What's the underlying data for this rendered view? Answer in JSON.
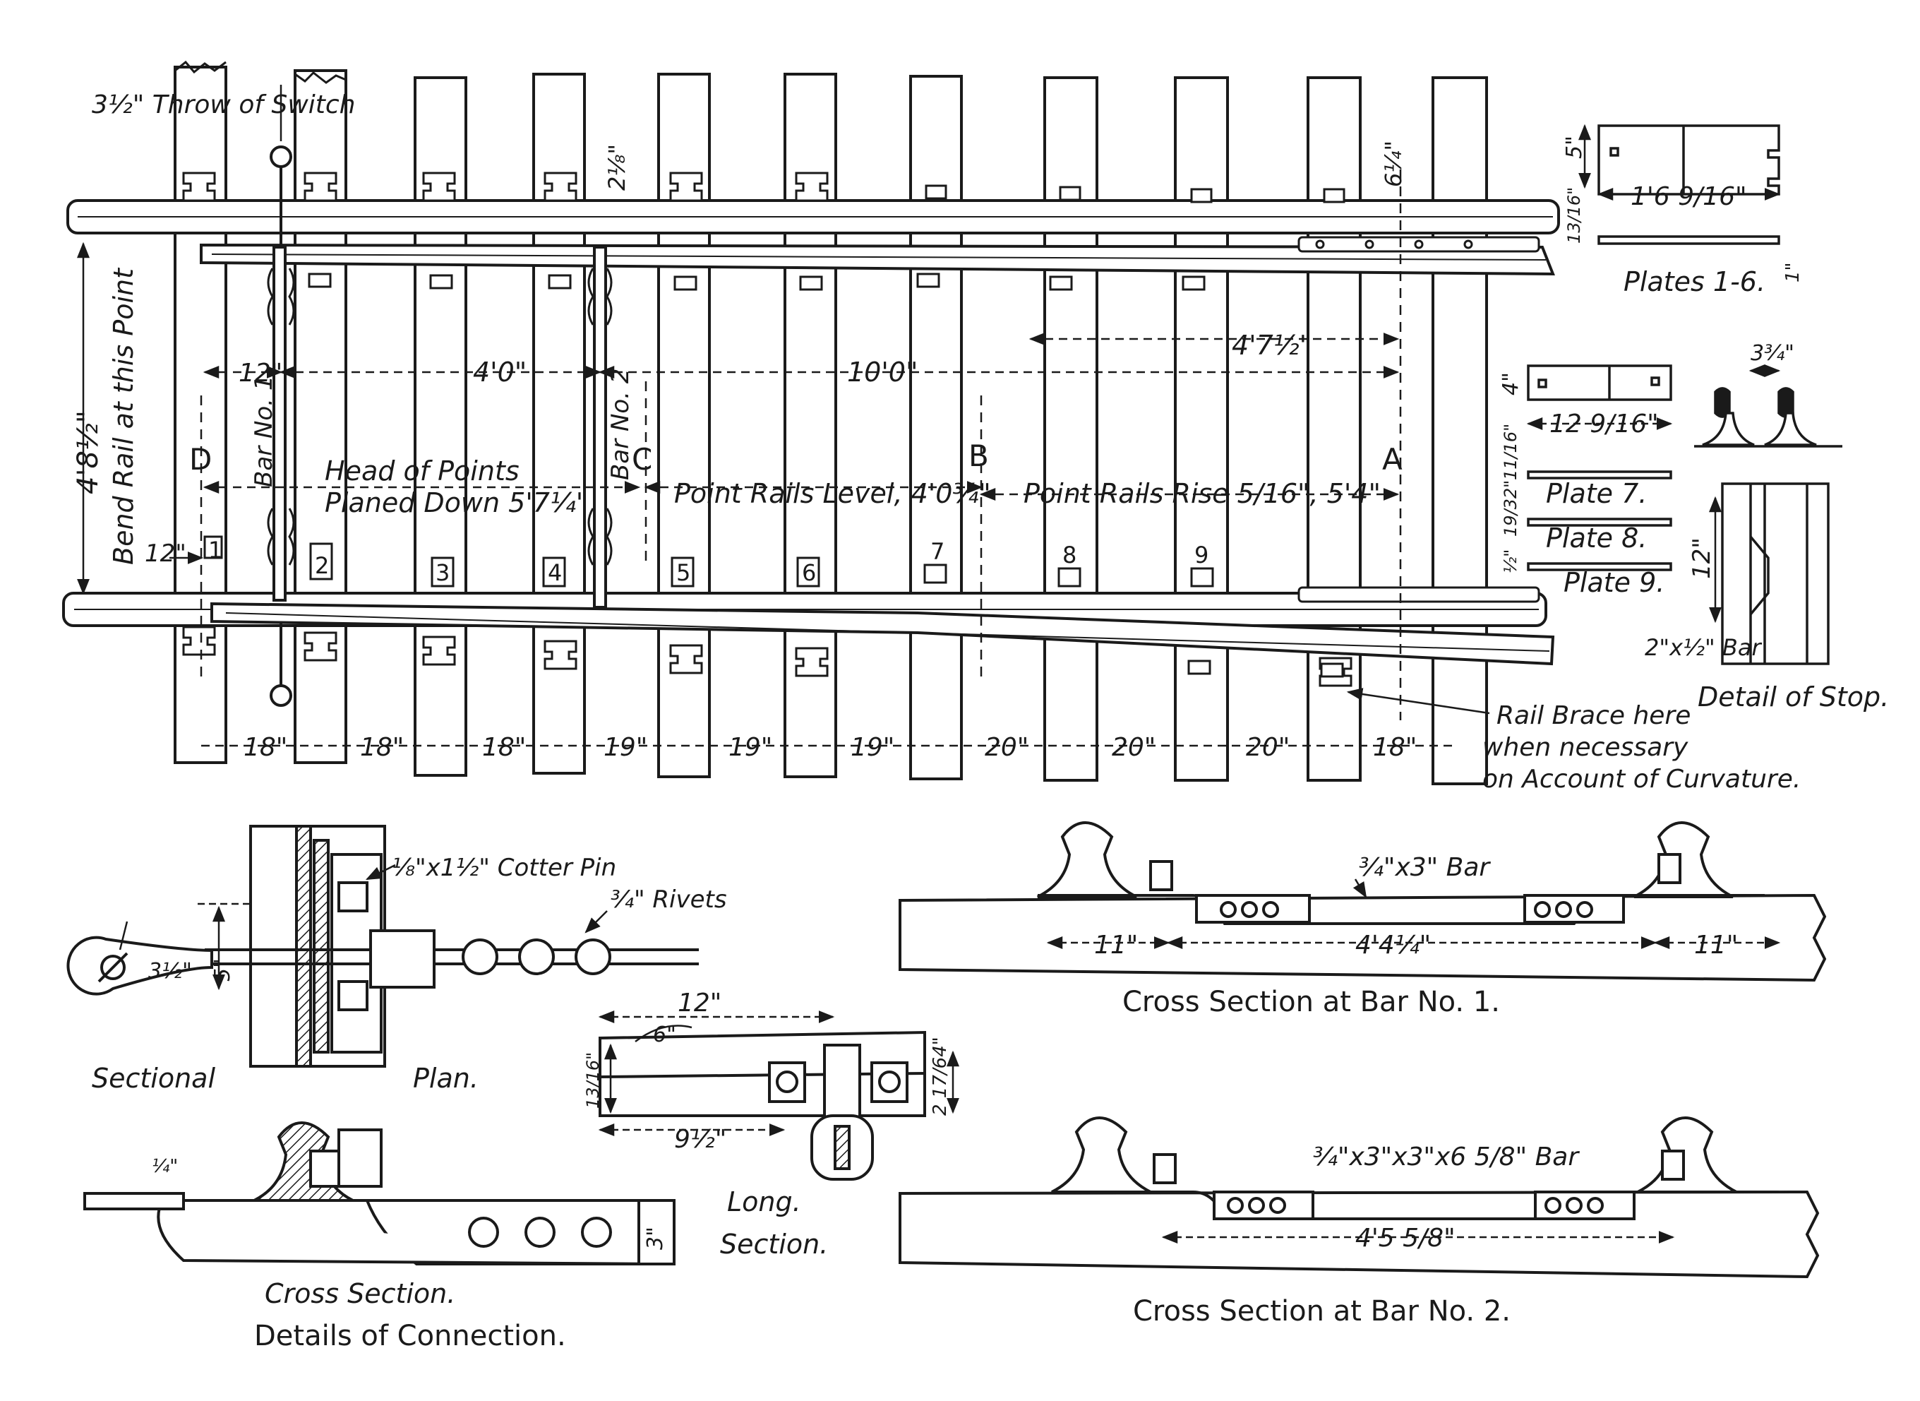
{
  "plan": {
    "throw_of_switch": "3½\" Throw of Switch",
    "bend_rail": "Bend Rail at this Point",
    "gauge": "4'8½\"",
    "point_labels": [
      "D",
      "C",
      "B",
      "A"
    ],
    "bar1": "Bar No. 1",
    "bar2": "Bar No. 2",
    "dim_12": "12\"",
    "dim_4_0": "4'0\"",
    "dim_10_0": "10'0\"",
    "dim_4_7": "4'7½\"",
    "dim_2_1_8": "2⅛\"",
    "dim_6_1_4": "6¼\"",
    "dim_12_left": "12\"",
    "head_points_1": "Head of Points",
    "head_points_2": "Planed Down 5'7¼\"",
    "level": "Point Rails Level, 4'0¾\"",
    "rise": "Point Rails Rise 5/16\", 5'4\"",
    "plate_numbers": [
      "1",
      "2",
      "3",
      "4",
      "5",
      "6",
      "7",
      "8",
      "9"
    ],
    "tie_spacing": [
      "18\"",
      "18\"",
      "18\"",
      "19\"",
      "19\"",
      "19\"",
      "20\"",
      "20\"",
      "20\"",
      "18\""
    ],
    "rail_brace": [
      "Rail Brace here",
      "when necessary",
      "on Account of Curvature."
    ]
  },
  "plates": {
    "dim_5": "5\"",
    "dim_1_6": "1'6 9/16\"",
    "dim_13_16": "13/16\"",
    "dim_1": "1\"",
    "label_1_6": "Plates 1-6.",
    "dim_4": "4\"",
    "dim_12_9": "12 9/16\"",
    "dim_11_16": "11/16\"",
    "dim_19_32": "19/32\"",
    "dim_half": "½\"",
    "plate7": "Plate 7.",
    "plate8": "Plate 8.",
    "plate9": "Plate 9."
  },
  "stop": {
    "dim_3_4": "3¾\"",
    "dim_12": "12\"",
    "bar": "2\"x½\" Bar",
    "caption": "Detail of Stop."
  },
  "connection": {
    "cotter": "⅛\"x1½\" Cotter Pin",
    "rivets": "¾\" Rivets",
    "dim_3_5": "3½\"",
    "dim_5": "5\"",
    "sectional": "Sectional",
    "plan": "Plan.",
    "dim_12": "12\"",
    "dim_6": "6\"",
    "dim_13_16": "13/16\"",
    "dim_2_17": "2 17/64\"",
    "dim_9_5": "9½\"",
    "long_1": "Long.",
    "long_2": "Section.",
    "dim_1_4": "¼\"",
    "dim_3": "3\"",
    "cross_section": "Cross Section.",
    "title": "Details of Connection."
  },
  "bar1_section": {
    "bar": "¾\"x3\" Bar",
    "dim_11_left": "11\"",
    "dim_mid": "4'4¼\"",
    "dim_11_right": "11\"",
    "caption": "Cross Section at Bar No. 1."
  },
  "bar2_section": {
    "bar": "¾\"x3\"x3\"x6 5/8\" Bar",
    "dim_mid": "4'5 5/8\"",
    "caption": "Cross Section at Bar No. 2."
  }
}
